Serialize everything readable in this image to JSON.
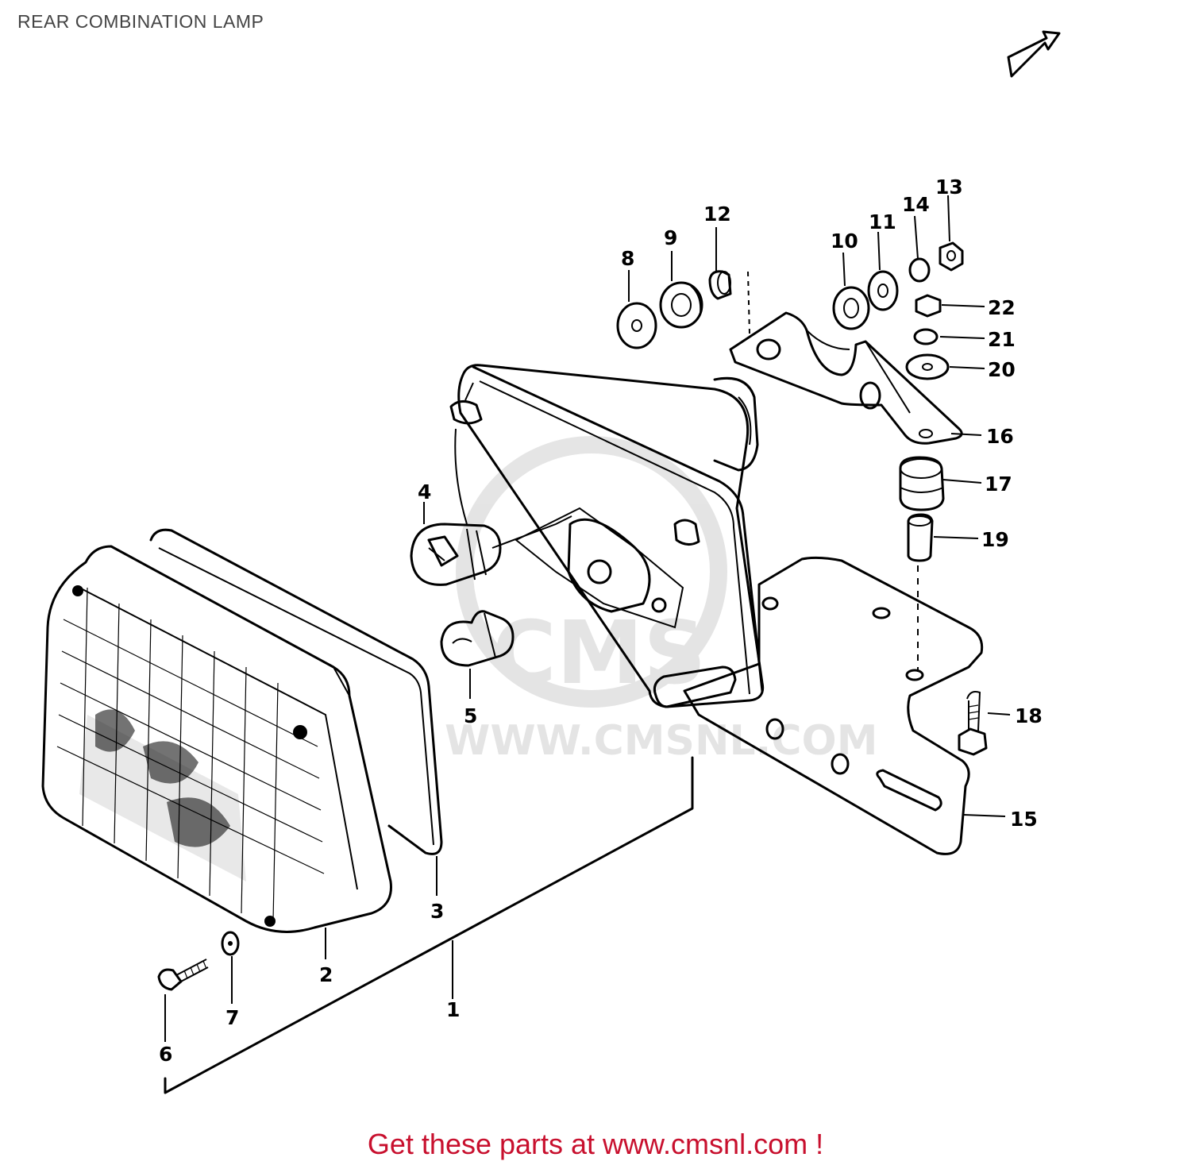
{
  "page": {
    "title": "REAR COMBINATION LAMP",
    "footer": "Get these parts at www.cmsnl.com !"
  },
  "watermark": {
    "logo_text": "CMS",
    "url_text": "WWW.CMSNL.COM"
  },
  "icons": {
    "front_arrow": "front-direction-arrow-icon"
  },
  "colors": {
    "footer_text": "#c8102e",
    "title_text": "#444444",
    "line_art": "#000000",
    "background": "#ffffff"
  },
  "parts": [
    {
      "id": "1"
    },
    {
      "id": "2"
    },
    {
      "id": "3"
    },
    {
      "id": "4"
    },
    {
      "id": "5"
    },
    {
      "id": "6"
    },
    {
      "id": "7"
    },
    {
      "id": "8"
    },
    {
      "id": "9"
    },
    {
      "id": "10"
    },
    {
      "id": "11"
    },
    {
      "id": "12"
    },
    {
      "id": "13"
    },
    {
      "id": "14"
    },
    {
      "id": "15"
    },
    {
      "id": "16"
    },
    {
      "id": "17"
    },
    {
      "id": "18"
    },
    {
      "id": "19"
    },
    {
      "id": "20"
    },
    {
      "id": "21"
    },
    {
      "id": "22"
    }
  ]
}
